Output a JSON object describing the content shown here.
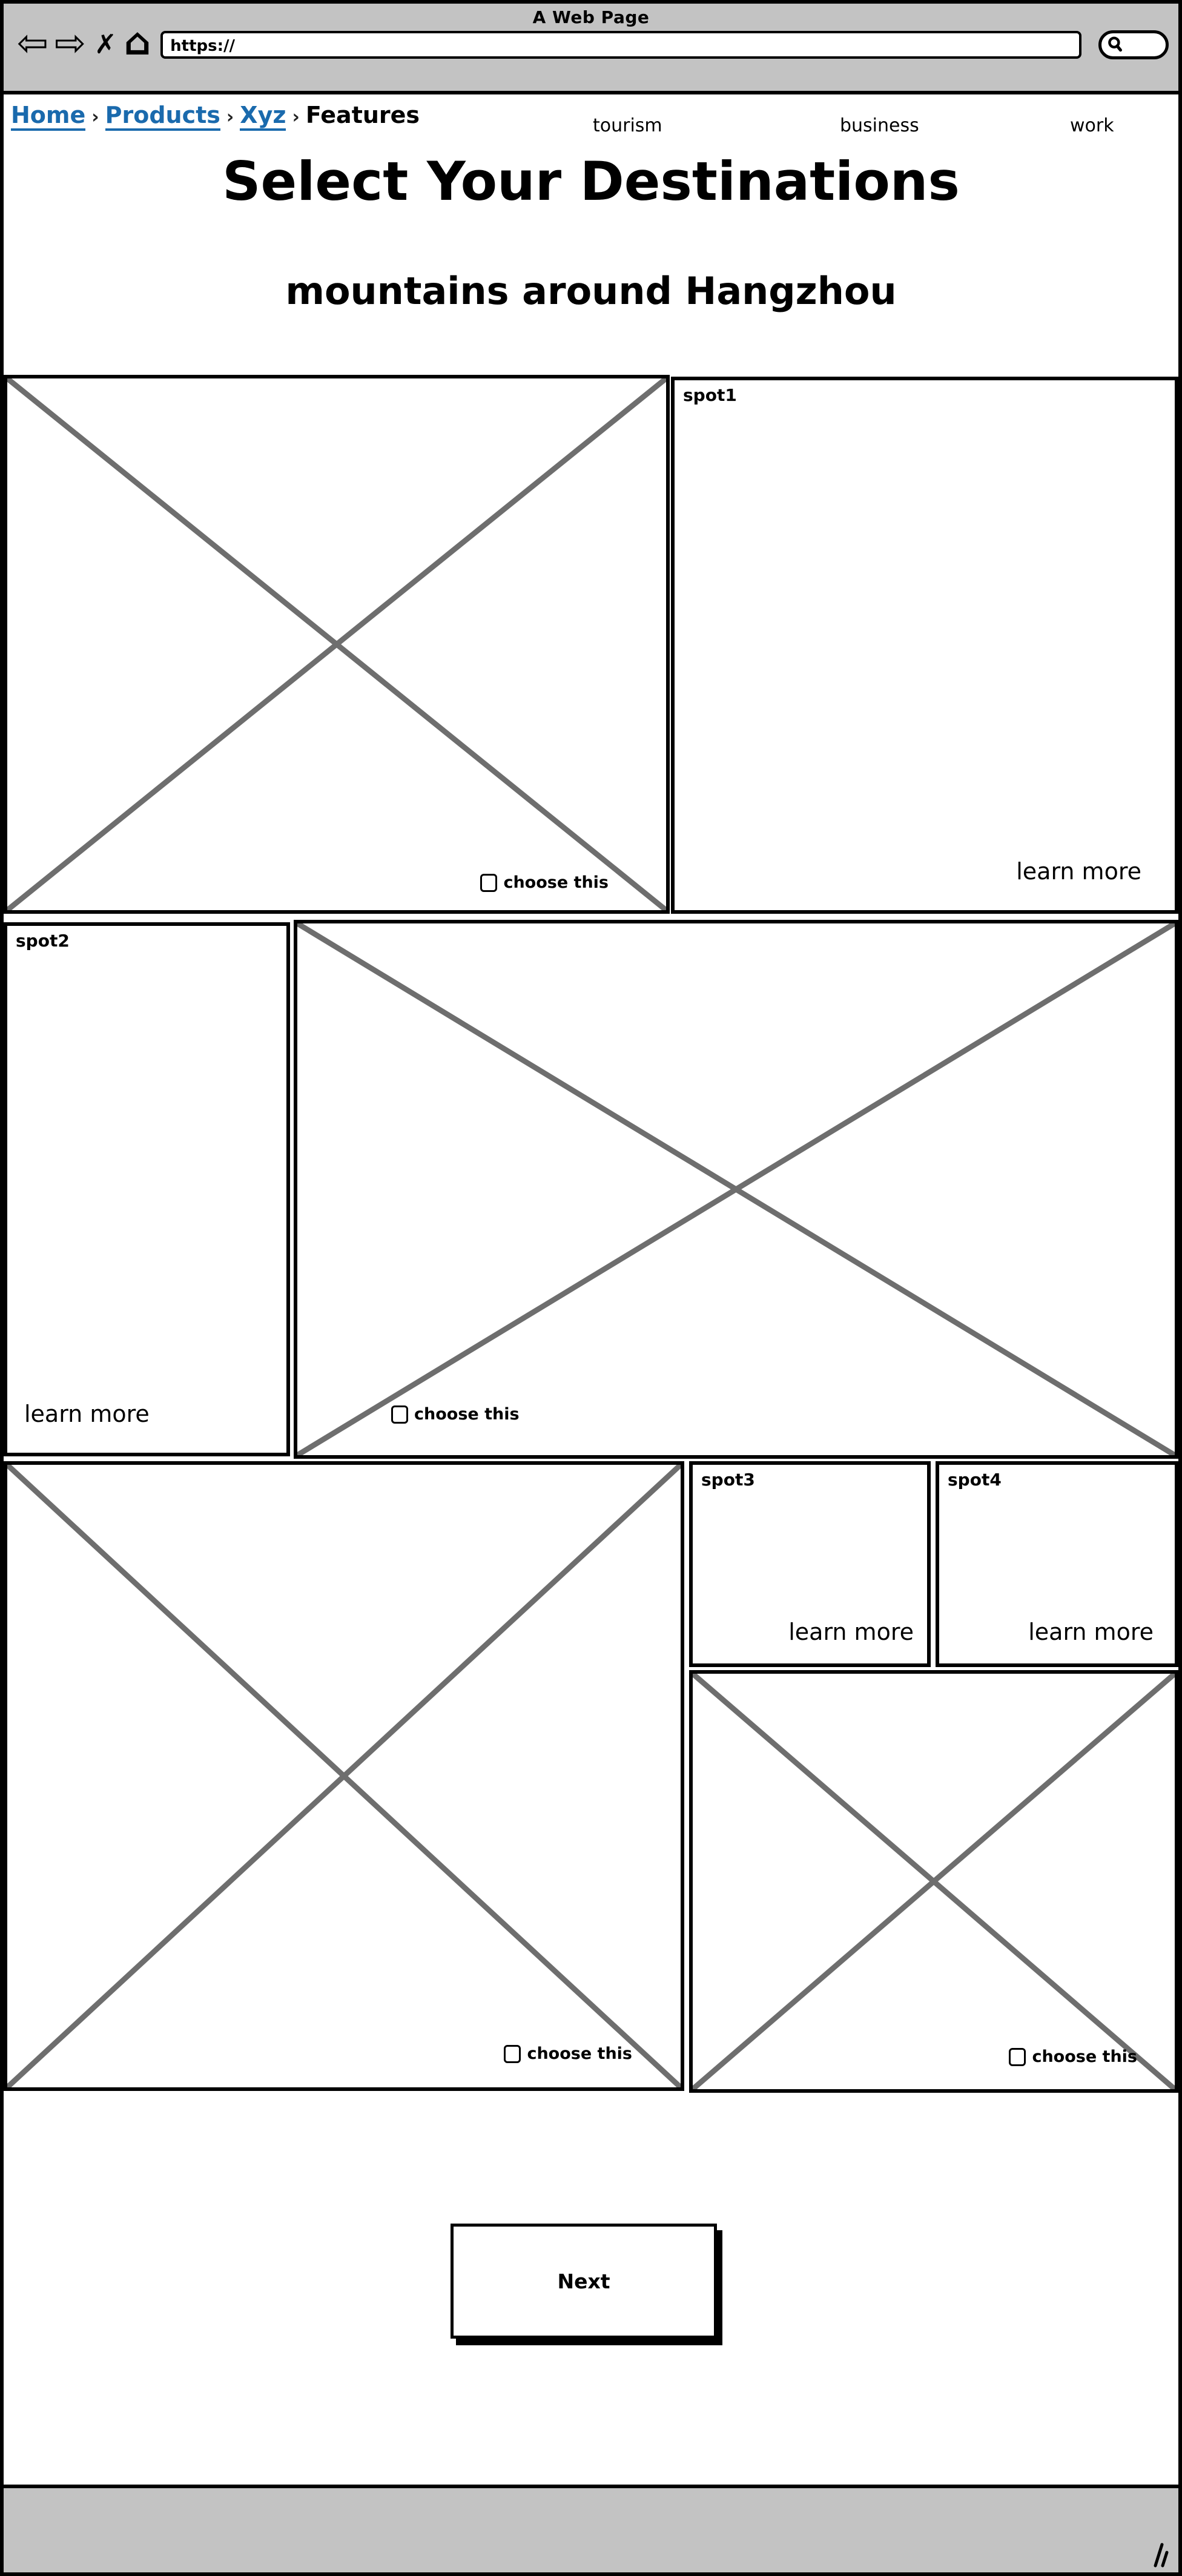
{
  "window": {
    "title": "A Web Page",
    "url_value": "https://",
    "icons": {
      "back": "⇦",
      "forward": "⇨",
      "close": "✗",
      "home": "⌂"
    }
  },
  "breadcrumb": {
    "separator": "›",
    "links": [
      {
        "label": "Home"
      },
      {
        "label": "Products"
      },
      {
        "label": "Xyz"
      }
    ],
    "current": "Features"
  },
  "nav": {
    "items": [
      {
        "label": "tourism"
      },
      {
        "label": "business"
      },
      {
        "label": "work"
      }
    ]
  },
  "header": {
    "title": "Select Your Destinations",
    "subtitle": "mountains around Hangzhou"
  },
  "content": {
    "choose_label": "choose this",
    "learn_more": "learn more",
    "spot1": "spot1",
    "spot2": "spot2",
    "spot3": "spot3",
    "spot4": "spot4"
  },
  "button": {
    "next": "Next"
  },
  "colors": {
    "chrome_gray": "#c3c3c3",
    "link_blue": "#1a6aad",
    "sketch_black": "#000000",
    "placeholder_x_gray": "#6e6e6e"
  }
}
